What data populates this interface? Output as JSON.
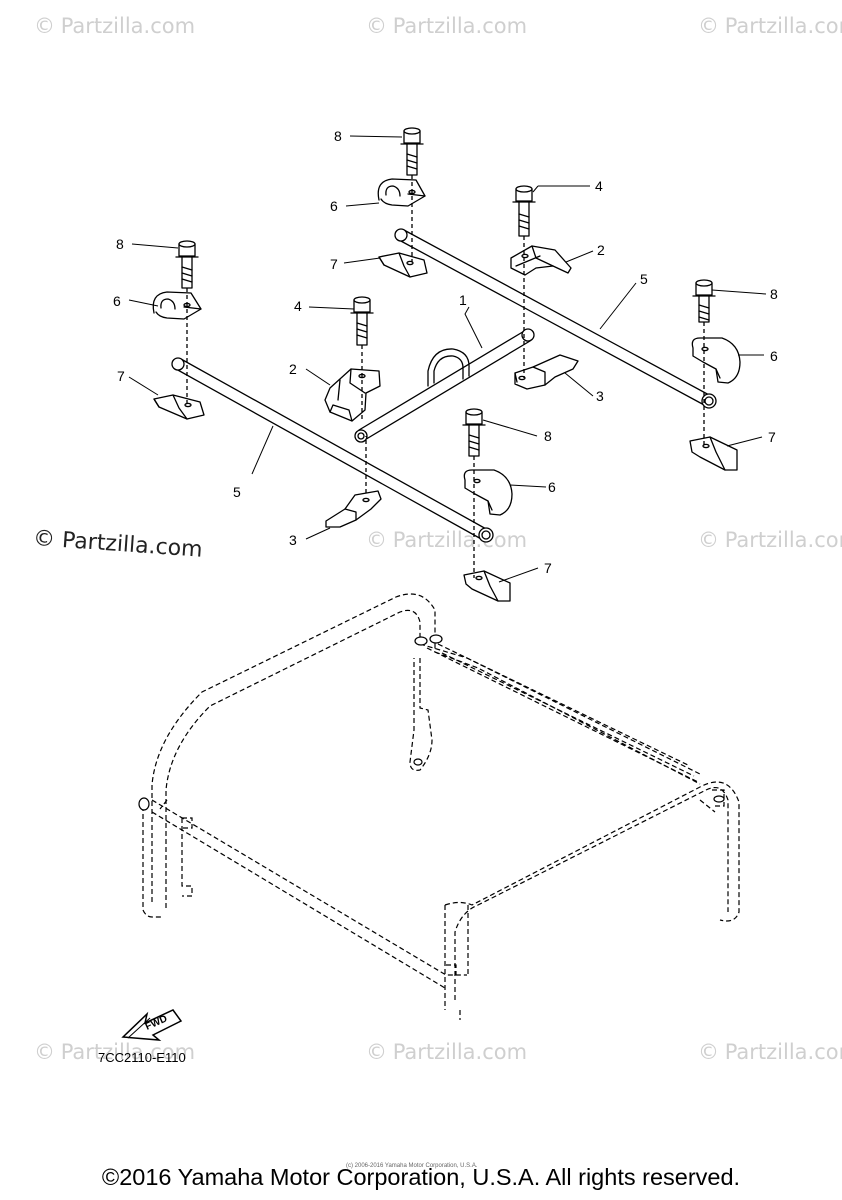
{
  "watermark": {
    "symbol": "©",
    "text": "Partzilla.com"
  },
  "main_watermark": "© Partzilla.com",
  "callouts": {
    "c1": "1",
    "c2a": "2",
    "c2b": "2",
    "c3a": "3",
    "c3b": "3",
    "c4a": "4",
    "c4b": "4",
    "c5a": "5",
    "c5b": "5",
    "c6a": "6",
    "c6b": "6",
    "c6c": "6",
    "c6d": "6",
    "c7a": "7",
    "c7b": "7",
    "c7c": "7",
    "c7d": "7",
    "c8a": "8",
    "c8b": "8",
    "c8c": "8",
    "c8d": "8"
  },
  "fwd_label": "FWD",
  "diagram_code": "7CC2110-E110",
  "tiny_note": "(c) 2006-2016 Yamaha Motor Corporation, U.S.A.",
  "copyright": "©2016 Yamaha Motor Corporation, U.S.A. All rights reserved."
}
